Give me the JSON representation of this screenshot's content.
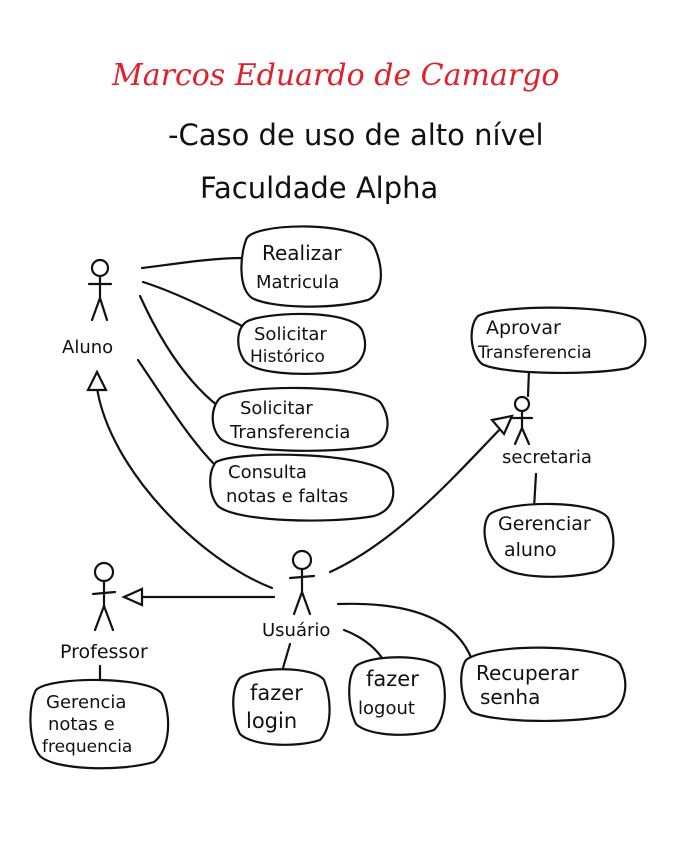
{
  "header": {
    "author": "Marcos Eduardo de Camargo",
    "author_color": "#e0202a",
    "subtitle": "-Caso de uso de alto nível",
    "system": "Faculdade Alpha"
  },
  "ink_color": "#111111",
  "actors": {
    "aluno": "Aluno",
    "secretaria": "secretaria",
    "usuario": "Usuário",
    "professor": "Professor"
  },
  "use_cases": {
    "realizar_matricula": [
      "Realizar",
      "Matricula"
    ],
    "solicitar_historico": [
      "Solicitar",
      "Histórico"
    ],
    "solicitar_transferencia": [
      "Solicitar",
      "Transferencia"
    ],
    "consulta_notas": [
      "Consulta",
      "notas e faltas"
    ],
    "aprovar_transferencia": [
      "Aprovar",
      "Transferencia"
    ],
    "gerenciar_aluno": [
      "Gerenciar",
      "aluno"
    ],
    "gerencia_notas": [
      "Gerencia",
      "notas e",
      "frequencia"
    ],
    "fazer_login": [
      "fazer",
      "login"
    ],
    "fazer_logout": [
      "fazer",
      "logout"
    ],
    "recuperar_senha": [
      "Recuperar",
      "senha"
    ]
  }
}
